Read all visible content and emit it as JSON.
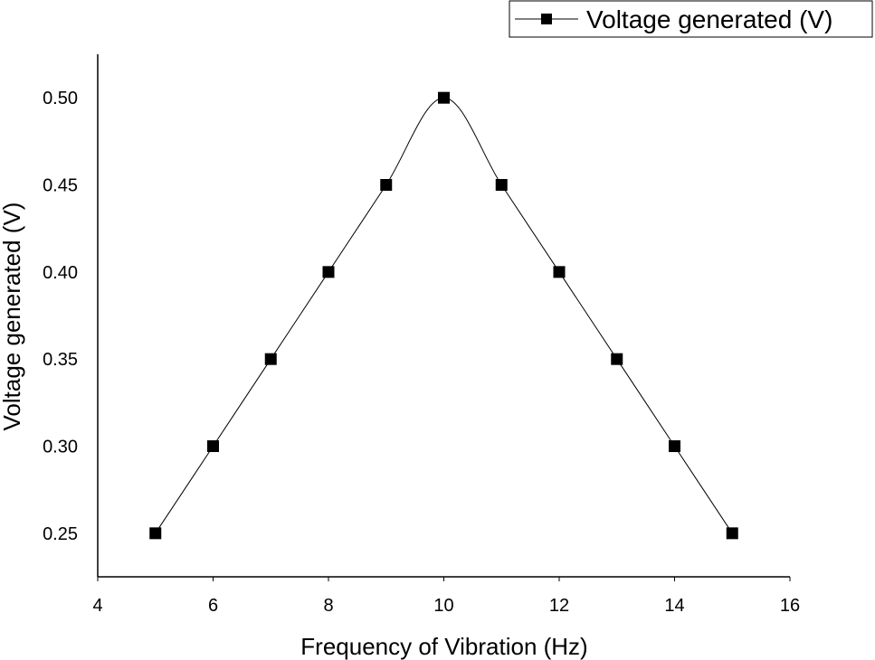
{
  "chart_data": {
    "type": "line",
    "xlabel": "Frequency of Vibration (Hz)",
    "ylabel": "Voltage generated (V)",
    "xlim": [
      4,
      16
    ],
    "ylim": [
      0.225,
      0.525
    ],
    "x_ticks": [
      "4",
      "6",
      "8",
      "10",
      "12",
      "14",
      "16"
    ],
    "y_ticks": [
      "0.25",
      "0.30",
      "0.35",
      "0.40",
      "0.45",
      "0.50"
    ],
    "grid": false,
    "legend_position": "top-right",
    "marker": "square",
    "line_style": "smooth",
    "line_color": "#000000",
    "series": [
      {
        "name": "Voltage generated (V)",
        "x": [
          5,
          6,
          7,
          8,
          9,
          10,
          11,
          12,
          13,
          14,
          15
        ],
        "values": [
          0.25,
          0.3,
          0.35,
          0.4,
          0.45,
          0.5,
          0.45,
          0.4,
          0.35,
          0.3,
          0.25
        ]
      }
    ]
  }
}
